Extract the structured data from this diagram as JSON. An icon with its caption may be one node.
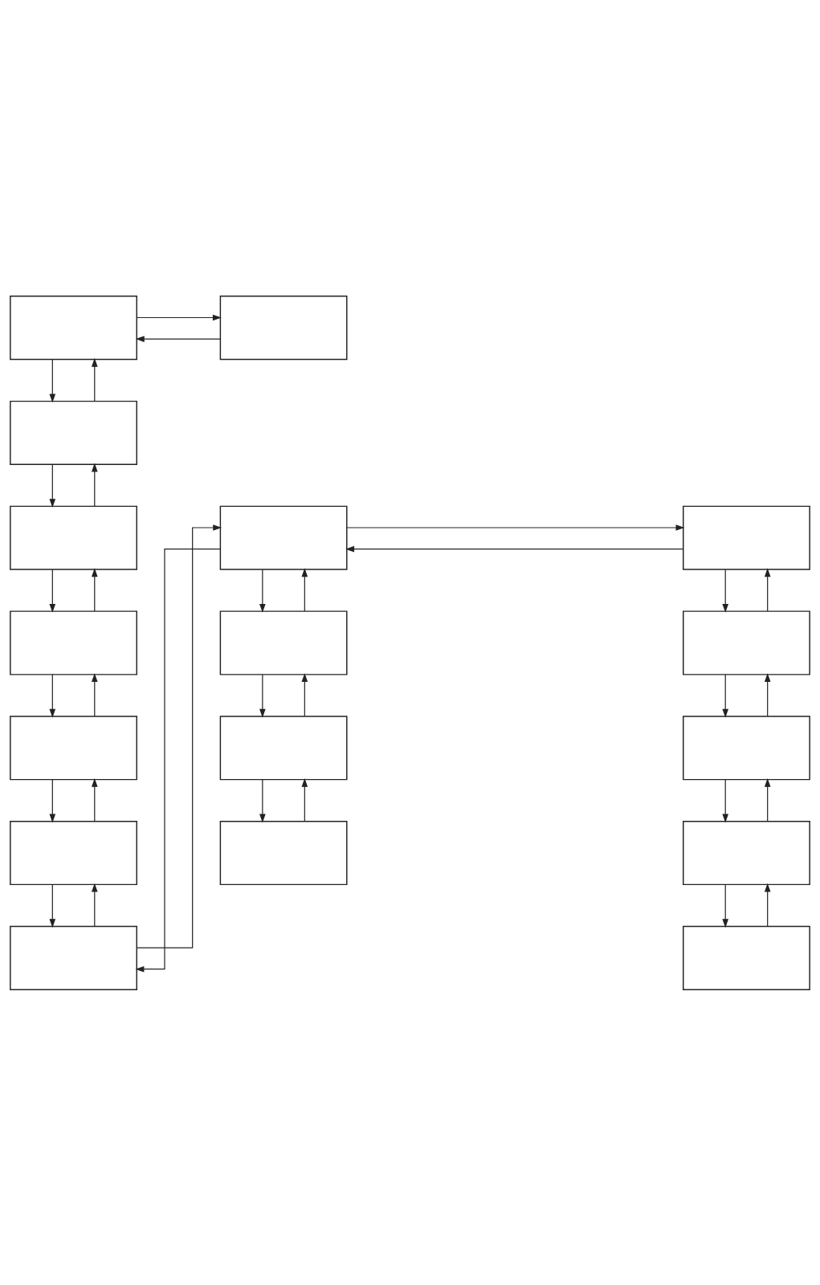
{
  "diagram": {
    "nodes": [
      {
        "text": [],
        "shape": "box"
      },
      {
        "text": [],
        "shape": "box"
      },
      {
        "text": [],
        "shape": "box"
      },
      {
        "text": [],
        "shape": "box"
      },
      {
        "text": [],
        "shape": "box"
      },
      {
        "text": [],
        "shape": "box"
      },
      {
        "text": [],
        "shape": "box"
      },
      {
        "text": [],
        "shape": "box"
      },
      {
        "text": [],
        "shape": "box"
      },
      {
        "text": [],
        "shape": "box"
      },
      {
        "text": [],
        "shape": "box"
      },
      {
        "text": [],
        "shape": "box"
      },
      {
        "text": [],
        "shape": "box"
      },
      {
        "text": [],
        "shape": "box"
      },
      {
        "text": [],
        "shape": "box"
      },
      {
        "text": [],
        "shape": "box"
      },
      {
        "text": [],
        "shape": "box"
      }
    ],
    "edges": [
      {
        "from": 1,
        "to": 0,
        "arrow": "to"
      },
      {
        "from": 0,
        "to": 1,
        "arrow": "to"
      },
      {
        "from": 0,
        "to": 2,
        "arrow": "to"
      },
      {
        "from": 2,
        "to": 0,
        "arrow": "to"
      },
      {
        "from": 2,
        "to": 3,
        "arrow": "to"
      },
      {
        "from": 3,
        "to": 2,
        "arrow": "to"
      },
      {
        "from": 3,
        "to": 6,
        "arrow": "to"
      },
      {
        "from": 6,
        "to": 3,
        "arrow": "to"
      },
      {
        "from": 6,
        "to": 9,
        "arrow": "to"
      },
      {
        "from": 9,
        "to": 6,
        "arrow": "to"
      },
      {
        "from": 9,
        "to": 12,
        "arrow": "to"
      },
      {
        "from": 12,
        "to": 9,
        "arrow": "to"
      },
      {
        "from": 12,
        "to": 15,
        "arrow": "to"
      },
      {
        "from": 15,
        "to": 12,
        "arrow": "to"
      },
      {
        "from": 15,
        "to": 4,
        "arrow": "to"
      },
      {
        "from": 4,
        "to": 15,
        "arrow": "to"
      },
      {
        "from": 5,
        "to": 4,
        "arrow": "to"
      },
      {
        "from": 4,
        "to": 5,
        "arrow": "to"
      },
      {
        "from": 4,
        "to": 7,
        "arrow": "to"
      },
      {
        "from": 7,
        "to": 4,
        "arrow": "to"
      },
      {
        "from": 7,
        "to": 10,
        "arrow": "to"
      },
      {
        "from": 10,
        "to": 7,
        "arrow": "to"
      },
      {
        "from": 10,
        "to": 13,
        "arrow": "to"
      },
      {
        "from": 13,
        "to": 10,
        "arrow": "to"
      },
      {
        "from": 5,
        "to": 8,
        "arrow": "to"
      },
      {
        "from": 8,
        "to": 5,
        "arrow": "to"
      },
      {
        "from": 8,
        "to": 11,
        "arrow": "to"
      },
      {
        "from": 11,
        "to": 8,
        "arrow": "to"
      },
      {
        "from": 11,
        "to": 14,
        "arrow": "to"
      },
      {
        "from": 14,
        "to": 11,
        "arrow": "to"
      },
      {
        "from": 14,
        "to": 16,
        "arrow": "to"
      },
      {
        "from": 16,
        "to": 14,
        "arrow": "to"
      }
    ]
  }
}
